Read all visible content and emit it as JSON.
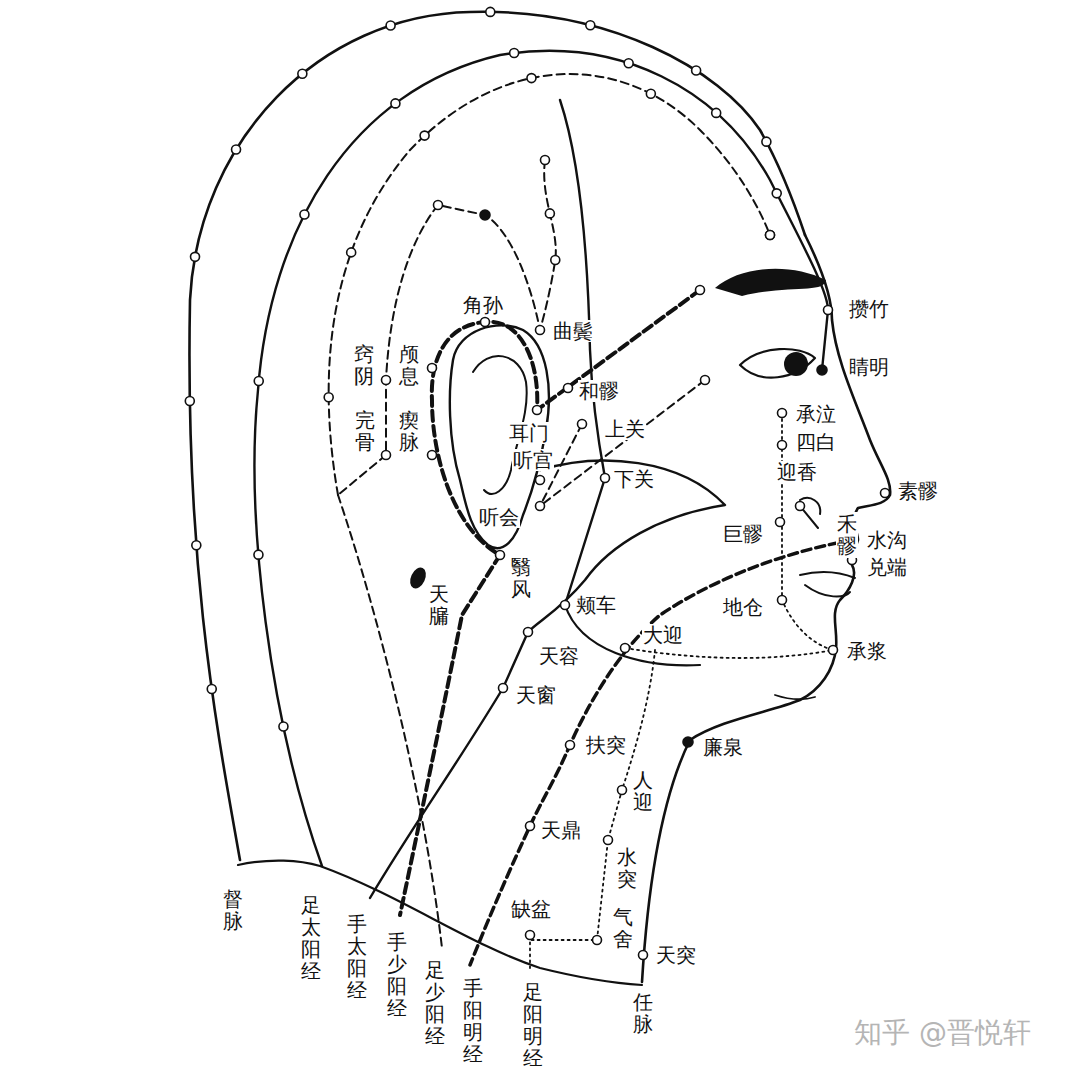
{
  "diagram": {
    "labels": [
      "攒竹",
      "睛明",
      "承泣",
      "四白",
      "迎香",
      "禾髎",
      "素髎",
      "水沟",
      "兑端",
      "巨髎",
      "地仓",
      "承浆",
      "廉泉",
      "天突",
      "大迎",
      "颊车",
      "下关",
      "上关",
      "和髎",
      "耳门",
      "听宫",
      "听会",
      "角孙",
      "曲鬓",
      "颅息",
      "窍阴",
      "完骨",
      "瘈脉",
      "翳风",
      "天牖",
      "天容",
      "天窗",
      "扶突",
      "人迎",
      "天鼎",
      "水突",
      "缺盆",
      "气舍",
      "督脉",
      "足太阳经",
      "手太阳经",
      "手少阳经",
      "足少阳经",
      "手阳明经",
      "足阳明经",
      "任脉",
      "知乎 @晋悦轩"
    ]
  }
}
